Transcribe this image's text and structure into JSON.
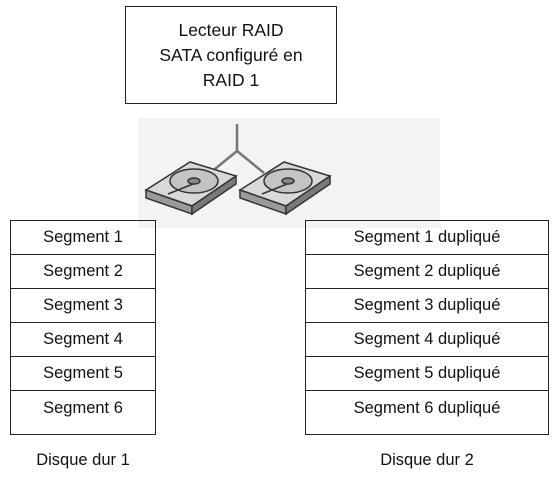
{
  "title_lines": [
    "Lecteur RAID",
    "SATA configuré en",
    "RAID 1"
  ],
  "left_segments": [
    "Segment 1",
    "Segment 2",
    "Segment 3",
    "Segment 4",
    "Segment 5",
    "Segment 6"
  ],
  "right_segments": [
    "Segment 1 dupliqué",
    "Segment 2 dupliqué",
    "Segment 3 dupliqué",
    "Segment 4 dupliqué",
    "Segment 5 dupliqué",
    "Segment 6 dupliqué"
  ],
  "disk_labels": [
    "Disque dur 1",
    "Disque dur 2"
  ]
}
